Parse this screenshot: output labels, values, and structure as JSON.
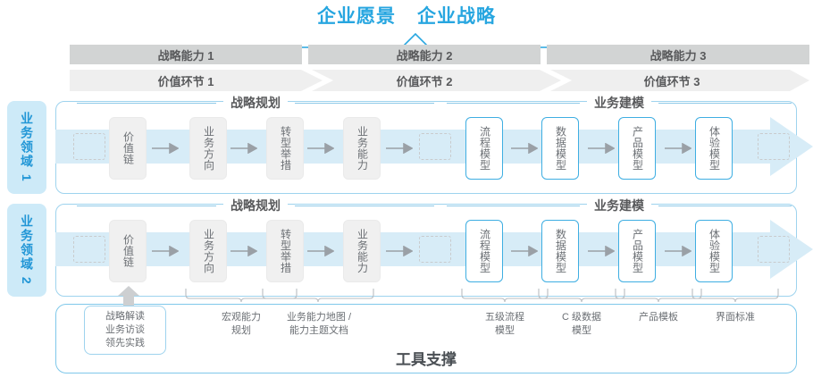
{
  "header": {
    "vision": "企业愿景",
    "strategy": "企业战略"
  },
  "capabilities": [
    {
      "label": "战略能力 1"
    },
    {
      "label": "战略能力 2"
    },
    {
      "label": "战略能力 3"
    }
  ],
  "value_links": [
    {
      "label": "价值环节 1"
    },
    {
      "label": "价值环节 2"
    },
    {
      "label": "价值环节 3"
    }
  ],
  "domains": [
    {
      "label": "业务领域 1"
    },
    {
      "label": "业务领域 2"
    }
  ],
  "sections": {
    "planning": "战略规划",
    "modeling": "业务建模"
  },
  "nodes": {
    "gray": [
      "价值链",
      "业务方向",
      "转型举措",
      "业务能力"
    ],
    "blue": [
      "流程模型",
      "数据模型",
      "产品模型",
      "体验模型"
    ]
  },
  "bottom_labels": {
    "boxed": "战略解读\n业务访谈\n领先实践",
    "boxed_lines": [
      "战略解读",
      "业务访谈",
      "领先实践"
    ],
    "items": [
      {
        "lines": [
          "宏观能力",
          "规划"
        ]
      },
      {
        "lines": [
          "业务能力地图 /",
          "能力主题文档"
        ]
      },
      {
        "lines": [
          "五级流程",
          "模型"
        ]
      },
      {
        "lines": [
          "C 级数据",
          "模型"
        ]
      },
      {
        "lines": [
          "产品模板"
        ]
      },
      {
        "lines": [
          "界面标准"
        ]
      }
    ]
  },
  "footer": {
    "tool_support": "工具支撑"
  },
  "colors": {
    "accent_blue": "#27a6e0",
    "tab_blue": "#cdeaf8",
    "bar_gray": "#d2d4d4",
    "chevron_gray": "#efefef",
    "node_gray": "#f0f0f0",
    "node_blue_border": "#3eaee2",
    "arrow_fill": "#d7ecf7"
  }
}
